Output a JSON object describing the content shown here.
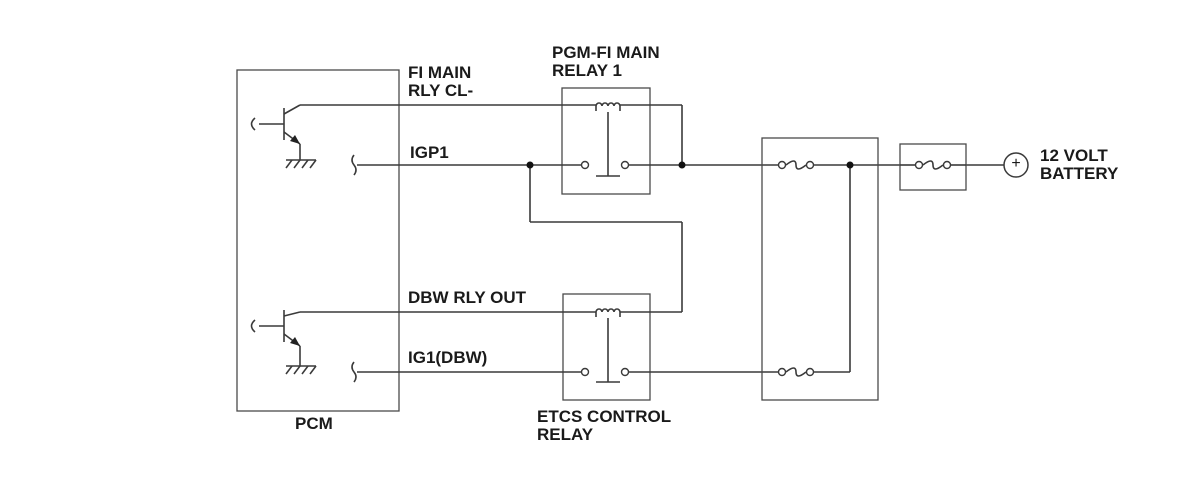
{
  "pcm": {
    "label": "PCM"
  },
  "signals": {
    "fi_main_rly": [
      "FI MAIN",
      "RLY CL-"
    ],
    "igp1": "IGP1",
    "dbw_rly_out": "DBW RLY OUT",
    "ig1_dbw": "IG1(DBW)"
  },
  "relays": {
    "pgm_fi_main": [
      "PGM-FI MAIN",
      "RELAY 1"
    ],
    "etcs_control": [
      "ETCS CONTROL",
      "RELAY"
    ]
  },
  "battery": {
    "symbol": "+",
    "label": [
      "12 VOLT",
      "BATTERY"
    ]
  }
}
